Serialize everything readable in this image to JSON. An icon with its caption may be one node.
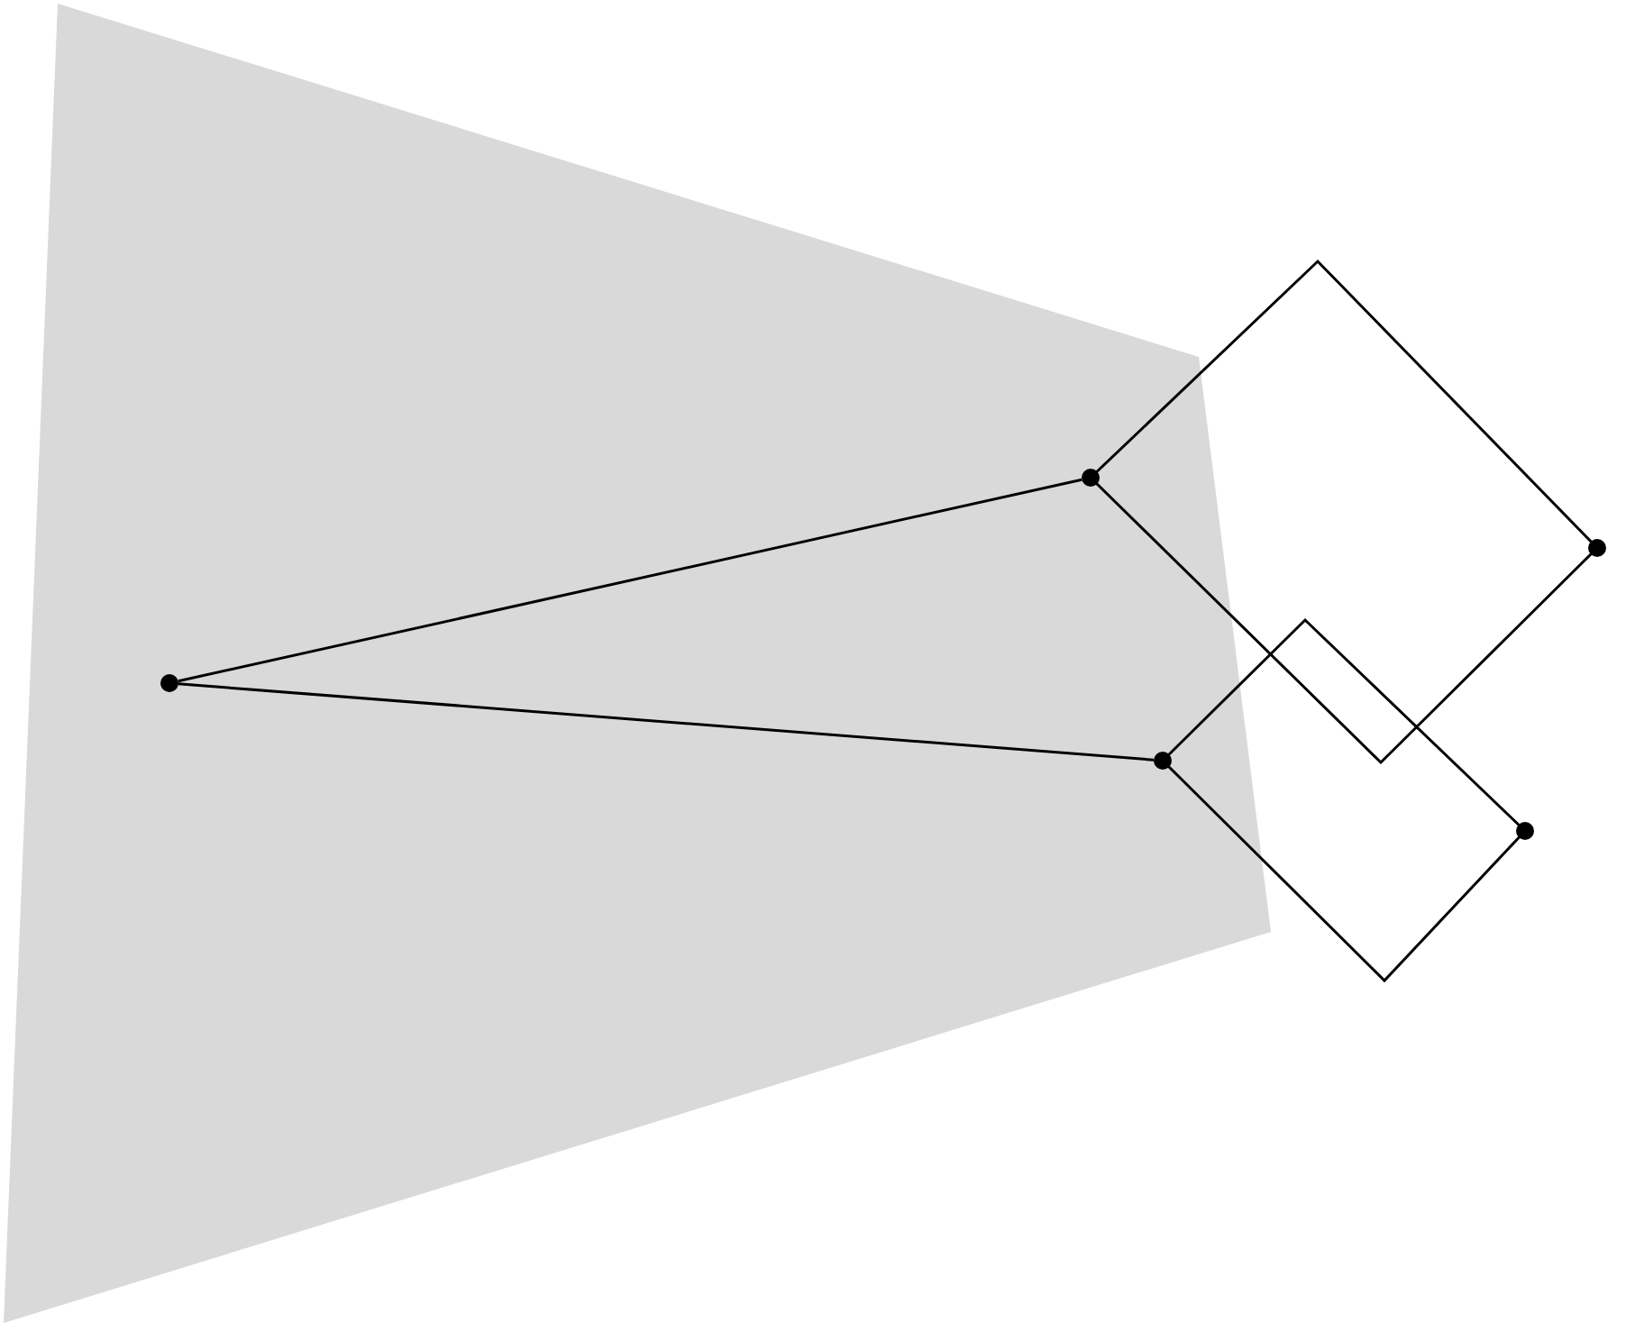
{
  "diagram": {
    "nodes": [
      {
        "text": [],
        "shape": "circle"
      },
      {
        "text": [],
        "shape": "circle"
      },
      {
        "text": [],
        "shape": "circle"
      },
      {
        "text": [],
        "shape": "circle"
      },
      {
        "text": [],
        "shape": "circle"
      },
      {
        "text": [],
        "shape": "diamond"
      },
      {
        "text": [],
        "shape": "diamond"
      }
    ],
    "edges": [
      {
        "from": 0,
        "to": 1,
        "arrow": "none"
      },
      {
        "from": 0,
        "to": 2,
        "arrow": "none"
      }
    ]
  }
}
